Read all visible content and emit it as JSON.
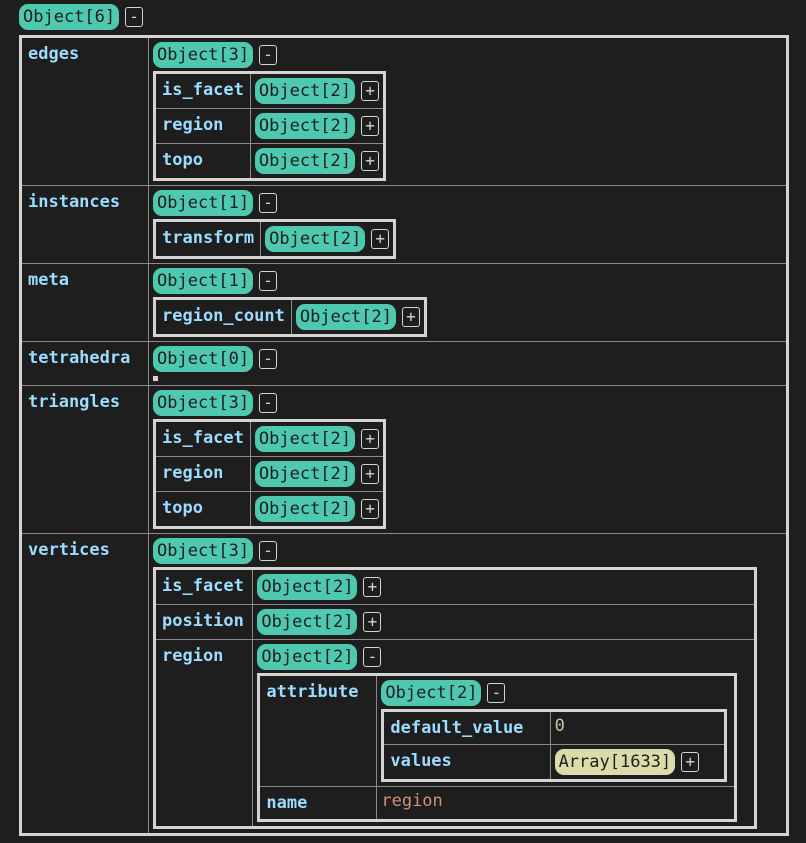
{
  "root": {
    "label": "Object[6]",
    "toggle": "-"
  },
  "edges": {
    "key": "edges",
    "label": "Object[3]",
    "toggle": "-",
    "rows": [
      {
        "key": "is_facet",
        "label": "Object[2]",
        "toggle": "+"
      },
      {
        "key": "region",
        "label": "Object[2]",
        "toggle": "+"
      },
      {
        "key": "topo",
        "label": "Object[2]",
        "toggle": "+"
      }
    ]
  },
  "instances": {
    "key": "instances",
    "label": "Object[1]",
    "toggle": "-",
    "rows": [
      {
        "key": "transform",
        "label": "Object[2]",
        "toggle": "+"
      }
    ]
  },
  "meta": {
    "key": "meta",
    "label": "Object[1]",
    "toggle": "-",
    "rows": [
      {
        "key": "region_count",
        "label": "Object[2]",
        "toggle": "+"
      }
    ]
  },
  "tetrahedra": {
    "key": "tetrahedra",
    "label": "Object[0]",
    "toggle": "-"
  },
  "triangles": {
    "key": "triangles",
    "label": "Object[3]",
    "toggle": "-",
    "rows": [
      {
        "key": "is_facet",
        "label": "Object[2]",
        "toggle": "+"
      },
      {
        "key": "region",
        "label": "Object[2]",
        "toggle": "+"
      },
      {
        "key": "topo",
        "label": "Object[2]",
        "toggle": "+"
      }
    ]
  },
  "vertices": {
    "key": "vertices",
    "label": "Object[3]",
    "toggle": "-",
    "rows": [
      {
        "key": "is_facet",
        "label": "Object[2]",
        "toggle": "+"
      },
      {
        "key": "position",
        "label": "Object[2]",
        "toggle": "+"
      },
      {
        "key": "region",
        "label": "Object[2]",
        "toggle": "-"
      }
    ],
    "region": {
      "attribute": {
        "key": "attribute",
        "label": "Object[2]",
        "toggle": "-",
        "default_value": {
          "key": "default_value",
          "value": "0"
        },
        "values": {
          "key": "values",
          "label": "Array[1633]",
          "toggle": "+"
        }
      },
      "name": {
        "key": "name",
        "value": "region"
      }
    }
  },
  "colors": {
    "background": "#1e1e1e",
    "object_pill": "#4ec9b0",
    "array_pill": "#dcdcaa",
    "key": "#9cdcfe",
    "number": "#b5cea8",
    "string": "#ce9178"
  }
}
